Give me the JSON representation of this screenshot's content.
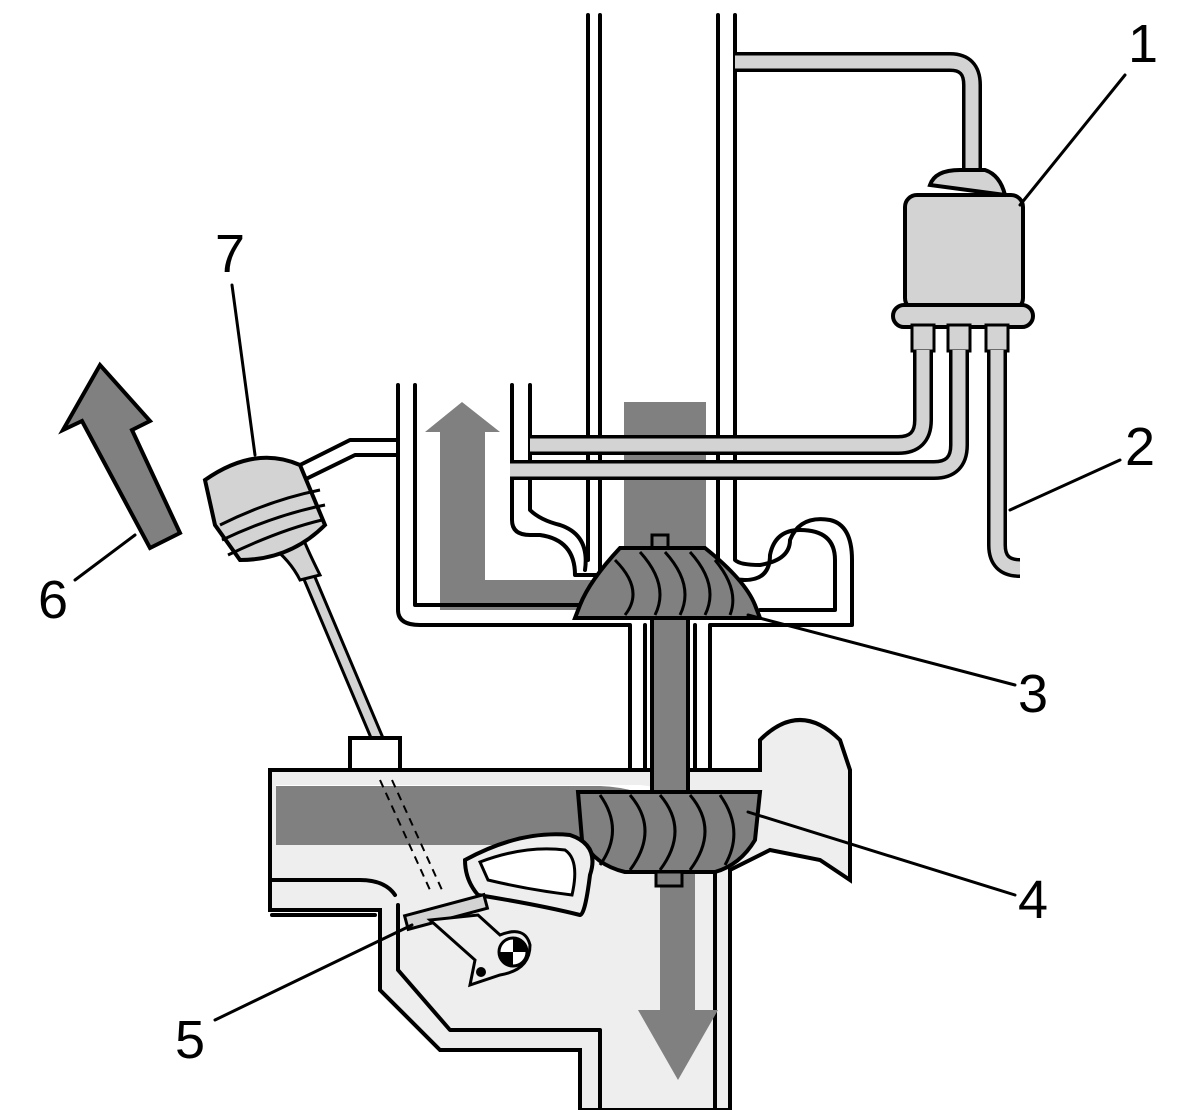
{
  "colors": {
    "flow_arrow": "#808080",
    "component_fill": "#d3d3d3",
    "turbine_housing_fill": "#eeeeee",
    "line": "#000000",
    "background": "#ffffff"
  },
  "callouts": [
    {
      "id": "1",
      "label": "1"
    },
    {
      "id": "2",
      "label": "2"
    },
    {
      "id": "3",
      "label": "3"
    },
    {
      "id": "4",
      "label": "4"
    },
    {
      "id": "5",
      "label": "5"
    },
    {
      "id": "6",
      "label": "6"
    },
    {
      "id": "7",
      "label": "7"
    }
  ]
}
